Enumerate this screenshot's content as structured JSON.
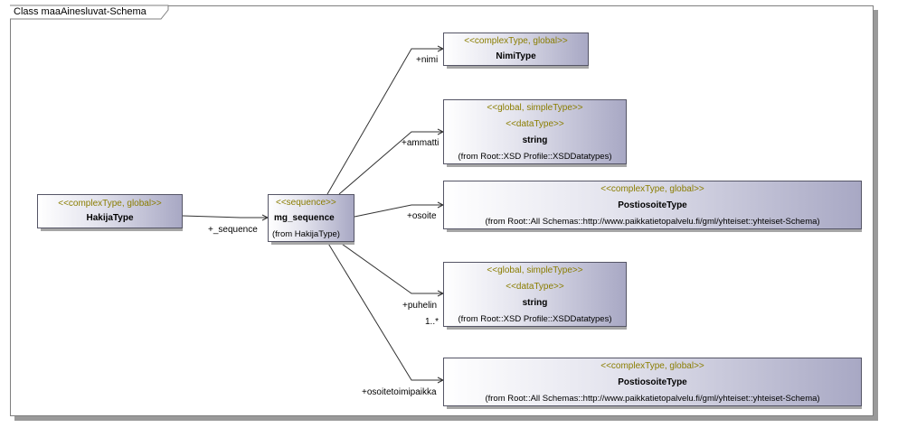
{
  "diagram": {
    "frame_title": "Class maaAinesluvat-Schema"
  },
  "classes": {
    "hakija": {
      "stereotype": "<<complexType, global>>",
      "name": "HakijaType"
    },
    "mg_sequence": {
      "stereotype": "<<sequence>>",
      "name": "mg_sequence",
      "from": "(from HakijaType)"
    },
    "nimi": {
      "stereotype": "<<complexType, global>>",
      "name": "NimiType"
    },
    "ammatti_string": {
      "stereotype1": "<<global, simpleType>>",
      "stereotype2": "<<dataType>>",
      "name": "string",
      "from": "(from Root::XSD Profile::XSDDatatypes)"
    },
    "osoite_type": {
      "stereotype": "<<complexType, global>>",
      "name": "PostiosoiteType",
      "from": "(from Root::All Schemas::http://www.paikkatietopalvelu.fi/gml/yhteiset::yhteiset-Schema)"
    },
    "puhelin_string": {
      "stereotype1": "<<global, simpleType>>",
      "stereotype2": "<<dataType>>",
      "name": "string",
      "from": "(from Root::XSD Profile::XSDDatatypes)"
    },
    "osoitetoimipaikka_type": {
      "stereotype": "<<complexType, global>>",
      "name": "PostiosoiteType",
      "from": "(from Root::All Schemas::http://www.paikkatietopalvelu.fi/gml/yhteiset::yhteiset-Schema)"
    }
  },
  "roles": {
    "sequence": "+_sequence",
    "nimi": "+nimi",
    "ammatti": "+ammatti",
    "osoite": "+osoite",
    "puhelin": "+puhelin",
    "puhelin_multiplicity": "1..*",
    "osoitetoimipaikka": "+osoitetoimipaikka"
  }
}
